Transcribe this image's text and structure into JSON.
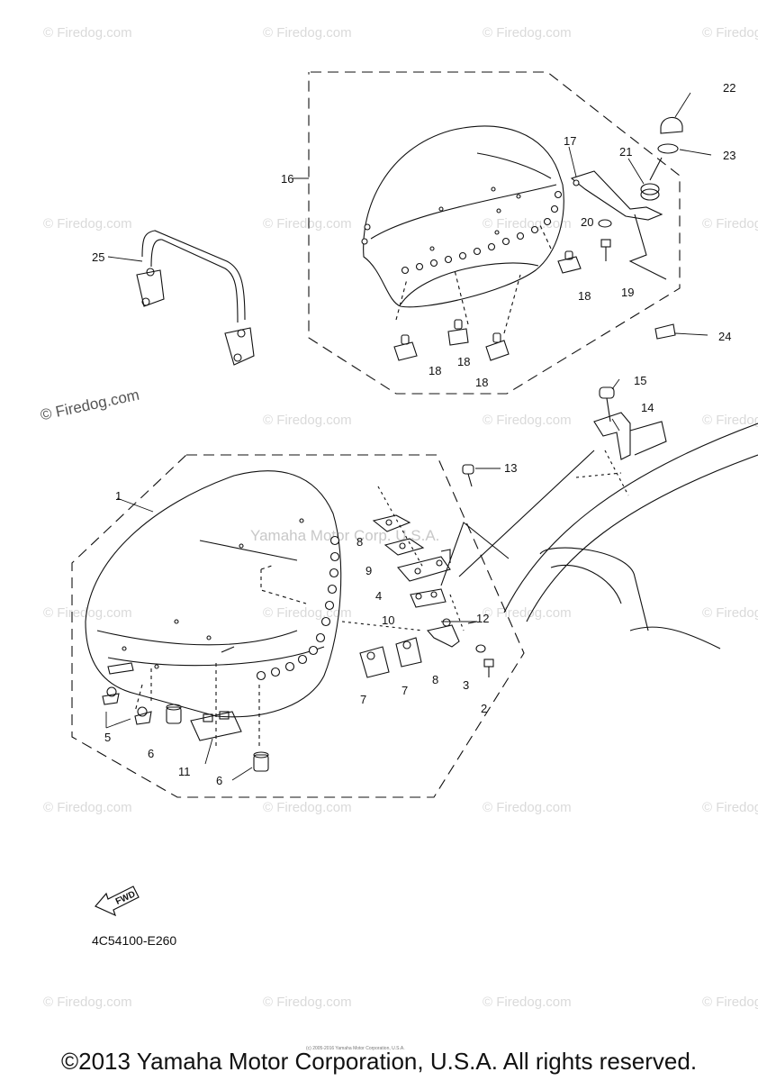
{
  "watermarks": {
    "text": "© Firedog.com",
    "prominent": "© Firedog.com",
    "center": "Yamaha Motor Corp. U.S.A."
  },
  "callouts": {
    "c1": "1",
    "c2": "2",
    "c3": "3",
    "c4": "4",
    "c5": "5",
    "c6a": "6",
    "c6b": "6",
    "c7a": "7",
    "c7b": "7",
    "c8a": "8",
    "c8b": "8",
    "c9": "9",
    "c10": "10",
    "c11": "11",
    "c12": "12",
    "c13": "13",
    "c14": "14",
    "c15": "15",
    "c16": "16",
    "c17": "17",
    "c18a": "18",
    "c18b": "18",
    "c18c": "18",
    "c18d": "18",
    "c19": "19",
    "c20": "20",
    "c21": "21",
    "c22": "22",
    "c23": "23",
    "c24": "24",
    "c25": "25"
  },
  "fwd_label": "FWD",
  "part_code": "4C54100-E260",
  "footer": {
    "copyright": "©2013 Yamaha Motor Corporation, U.S.A. All rights reserved.",
    "fine_print": "(c) 2005-2016 Yamaha Motor Corporation, U.S.A."
  }
}
